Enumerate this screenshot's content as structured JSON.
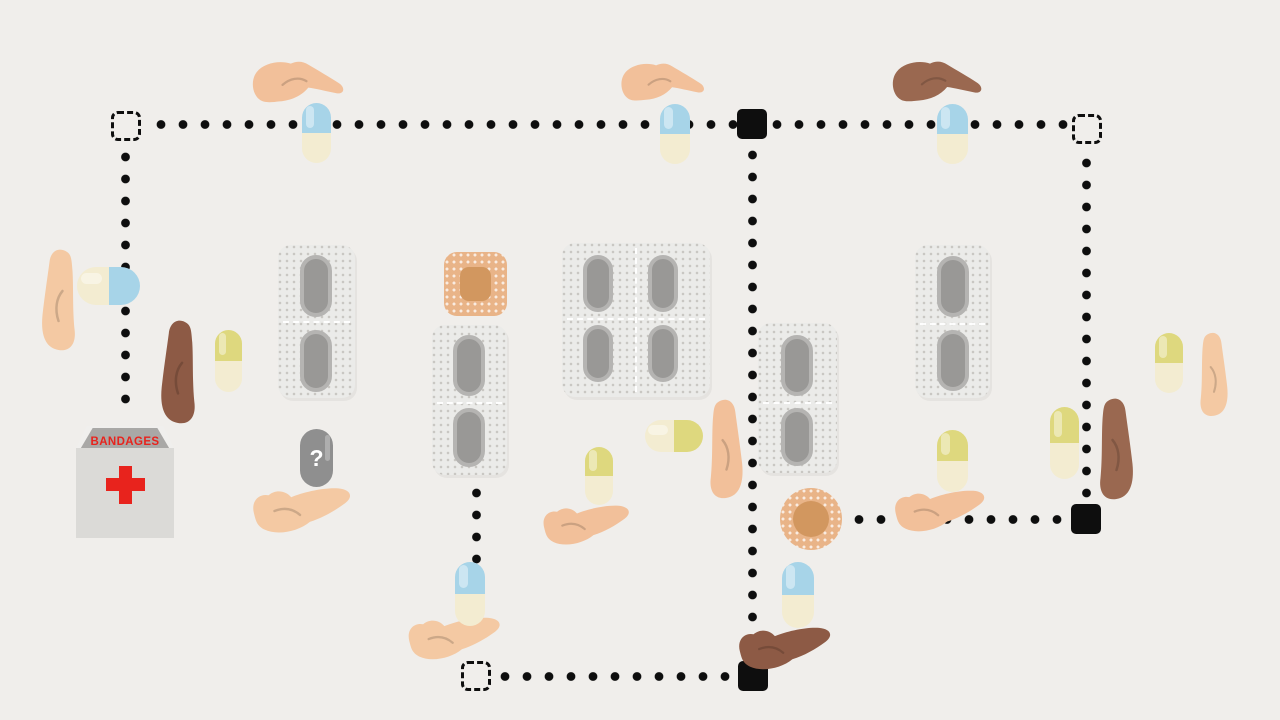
{
  "scene": {
    "description": "Flat illustration of medicines, bandages and blister packs passed between open hands along dotted routes with square waypoints",
    "background_color": "#f0eeeb"
  },
  "labels": {
    "bandages_box": "BANDAGES",
    "mystery_capsule": "?"
  },
  "colors": {
    "bg": "#f0eeeb",
    "dot": "#0e0e0e",
    "skin_light": "#f2c09a",
    "skin_light_warm": "#f4c9a3",
    "skin_dark_a": "#9a6850",
    "skin_dark_b": "#8d5a45",
    "capsule_blue": "#a7d4e8",
    "capsule_cream": "#f3ecd1",
    "capsule_yellow": "#ded87e",
    "capsule_gray": "#8f8f8f",
    "blister_bg": "#ebebe9",
    "blister_pill": "#999896",
    "blister_pill_rim": "#b5b4b2",
    "bandage_outer": "#e9b488",
    "bandage_pad": "#d2975f",
    "red": "#e8231d",
    "box_front": "#dbdad7",
    "box_flap": "#f0efed",
    "box_flap_inner": "#a9a8a6"
  },
  "icons": {
    "hand_palm_down": "hand hovering palm-down over a capsule",
    "hand_palm_up": "open hand offering a capsule palm-up",
    "hand_vertical": "upright side-view hand flanking a capsule",
    "capsule_two_tone": "two-tone medicine capsule",
    "capsule_question": "gray capsule marked with a question mark",
    "blister_pack": "dotted foil blister pack of gray pills",
    "bandage_square": "square adhesive bandage",
    "bandage_round": "round adhesive bandage",
    "bandages_box": "open cardboard box labeled BANDAGES with red cross",
    "route_dotted_line": "dotted black route",
    "waypoint_solid": "solid black square waypoint",
    "waypoint_dashed": "dashed outline square waypoint"
  }
}
